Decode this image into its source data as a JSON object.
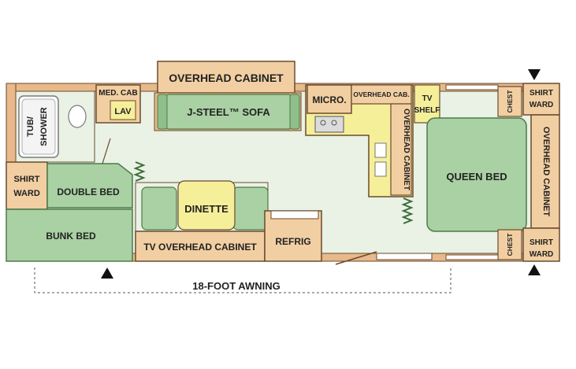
{
  "colors": {
    "wall": "#e8b98a",
    "wall_dark": "#b57d4e",
    "floor": "#e9f2e4",
    "furniture_green": "#a9d1a3",
    "cabinet": "#f2cfa2",
    "yellow": "#f6ef9a",
    "outline": "#6b4a2e"
  },
  "labels": {
    "overhead_cabinet_top": "OVERHEAD CABINET",
    "med_cab": "MED. CAB",
    "lav": "LAV",
    "sofa": "J-STEEL™ SOFA",
    "micro": "MICRO.",
    "overhead_cab_small": "OVERHEAD CAB.",
    "tv_shelf_1": "TV",
    "tv_shelf_2": "SHELF",
    "chest_top": "CHEST",
    "shirt_ward_top_1": "SHIRT",
    "shirt_ward_top_2": "WARD",
    "tub_1": "TUB/",
    "tub_2": "SHOWER",
    "overhead_cabinet_kitchen": "OVERHEAD CABINET",
    "queen_bed": "QUEEN BED",
    "overhead_cabinet_right": "OVERHEAD CABINET",
    "shirt_ward_left_1": "SHIRT",
    "shirt_ward_left_2": "WARD",
    "double_bed": "DOUBLE BED",
    "bunk_bed": "BUNK BED",
    "dinette": "DINETTE",
    "tv_overhead_cabinet": "TV OVERHEAD CABINET",
    "refrig": "REFRIG",
    "chest_bottom": "CHEST",
    "shirt_ward_bottom_1": "SHIRT",
    "shirt_ward_bottom_2": "WARD",
    "awning": "18-FOOT AWNING"
  }
}
